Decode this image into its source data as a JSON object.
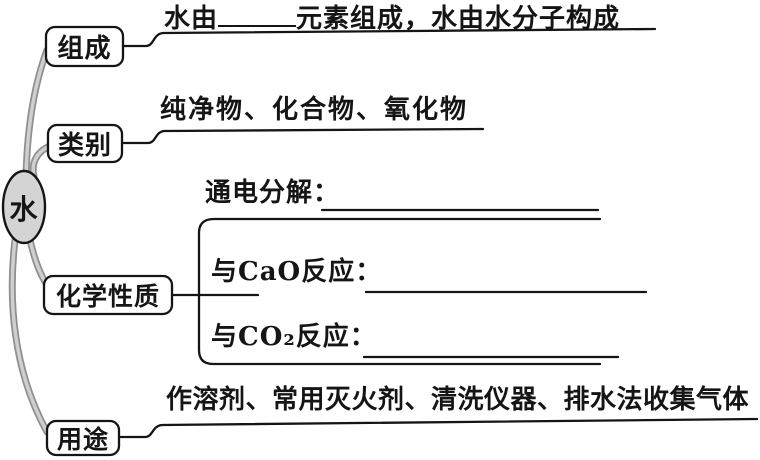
{
  "diagram_type": "mind-map",
  "colors": {
    "node_fill": "#d4d4d4",
    "line": "#151515",
    "branch_outer": "#8f8f8f",
    "branch_inner": "#cfcfcf"
  },
  "root": {
    "label": "水"
  },
  "branches": {
    "composition": {
      "label": "组成",
      "text_before_blank": "水由",
      "text_after_blank": "元素组成，水由水分子构成"
    },
    "category": {
      "label": "类别",
      "text": "纯净物、化合物、氧化物"
    },
    "chemical_properties": {
      "label": "化学性质",
      "items": {
        "electrolysis": {
          "label": "通电分解："
        },
        "cao_reaction": {
          "label": "与CaO反应："
        },
        "co2_reaction": {
          "label": "与CO₂反应："
        }
      }
    },
    "uses": {
      "label": "用途",
      "text": "作溶剂、常用灭火剂、清洗仪器、排水法收集气体"
    }
  }
}
